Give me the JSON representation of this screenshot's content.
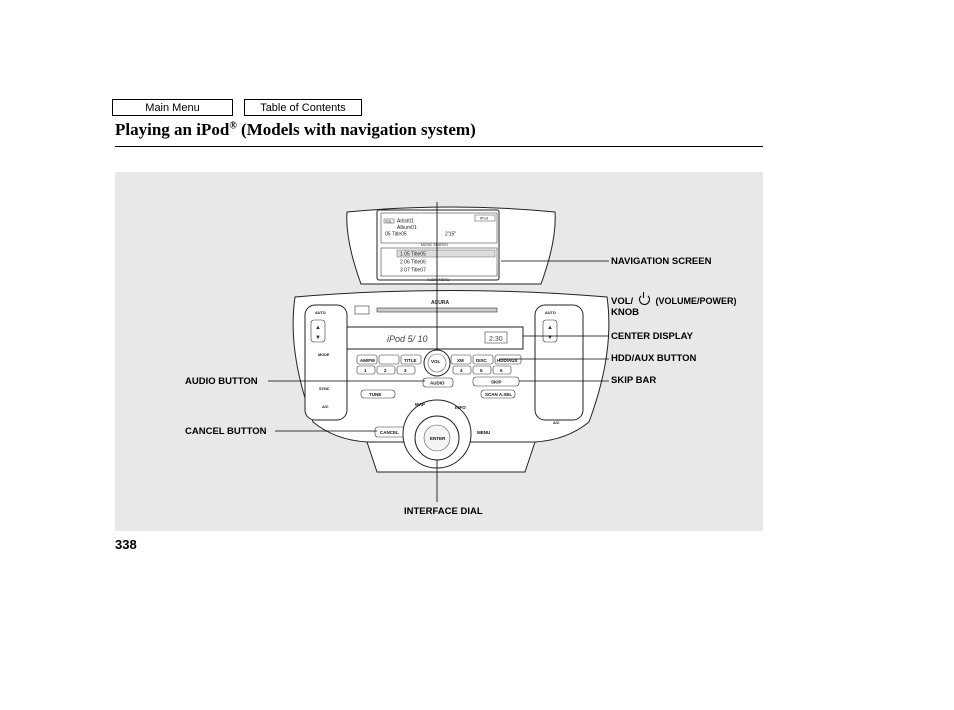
{
  "nav": {
    "main_menu": "Main Menu",
    "table_of_contents": "Table of Contents"
  },
  "title": {
    "prefix": "Playing an iPod",
    "reg": "®",
    "suffix": " (Models with navigation system)"
  },
  "callouts": {
    "navigation_screen": "NAVIGATION SCREEN",
    "vol_prefix": "VOL/",
    "vol_suffix": "(VOLUME/POWER)",
    "vol_knob": "KNOB",
    "center_display": "CENTER DISPLAY",
    "hdd_aux_button": "HDD/AUX BUTTON",
    "skip_bar": "SKIP BAR",
    "audio_button": "AUDIO BUTTON",
    "cancel_button": "CANCEL BUTTON",
    "interface_dial": "INTERFACE DIAL"
  },
  "screen": {
    "tag1": "VOL",
    "artist": "Artist01",
    "album": "Album01",
    "track_line": "05 Title05",
    "time": "2'15\"",
    "badge": "iPod",
    "music_search": "MUSIC SEARCH",
    "list": [
      "1  05 Title05",
      "2  06 Title06",
      "3  07 Title07"
    ],
    "audio_menu": "AUDIO MENU"
  },
  "console": {
    "brand": "ACURA",
    "display_text": "iPod    5/ 10",
    "clock": "2:30",
    "buttons_row1": [
      "AM/FM",
      "TITLE",
      "XM",
      "DISC",
      "HDD/AUX"
    ],
    "presets": [
      "1",
      "2",
      "3",
      "4",
      "5",
      "6"
    ],
    "vol": "VOL",
    "audio": "AUDIO",
    "skip": "SKIP",
    "tune": "TUNE",
    "scan": "SCAN A.SEL",
    "cancel": "CANCEL",
    "enter": "ENTER",
    "map": "MAP",
    "info": "INFO",
    "menu": "MENU",
    "mode": "MODE",
    "auto": "AUTO",
    "sync": "SYNC",
    "ac": "A/C"
  },
  "page_number": "338"
}
